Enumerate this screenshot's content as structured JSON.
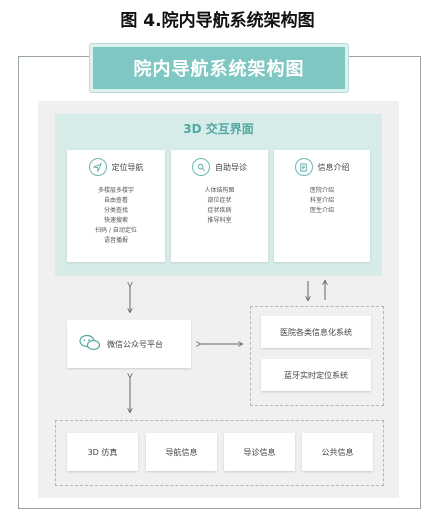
{
  "caption": "图 4.院内导航系统架构图",
  "banner_title": "院内导航系统架构图",
  "interaction_layer": {
    "title": "3D 交互界面",
    "cards": [
      {
        "title": "定位导航",
        "icon": "navigation-arrow-icon",
        "items": [
          "多楼层多楼宇",
          "自由查看",
          "分类查找",
          "快速搜索",
          "扫码 / 自动定位",
          "语音播报"
        ]
      },
      {
        "title": "自助导诊",
        "icon": "self-service-icon",
        "items": [
          "人体结构图",
          "部位症状",
          "症状疾病",
          "推导科室"
        ]
      },
      {
        "title": "信息介绍",
        "icon": "document-icon",
        "items": [
          "医院介绍",
          "科室介绍",
          "医生介绍"
        ]
      }
    ]
  },
  "platform": {
    "label": "微信公众号平台",
    "icon": "wechat-icon"
  },
  "systems": [
    "医院各类信息化系统",
    "蓝牙实时定位系统"
  ],
  "bottom_items": [
    "3D 仿真",
    "导航信息",
    "导诊信息",
    "公共信息"
  ],
  "colors": {
    "teal": "#7fc7c2",
    "teal_light": "#d7ebe8",
    "panel_gray": "#f0f0f0"
  }
}
